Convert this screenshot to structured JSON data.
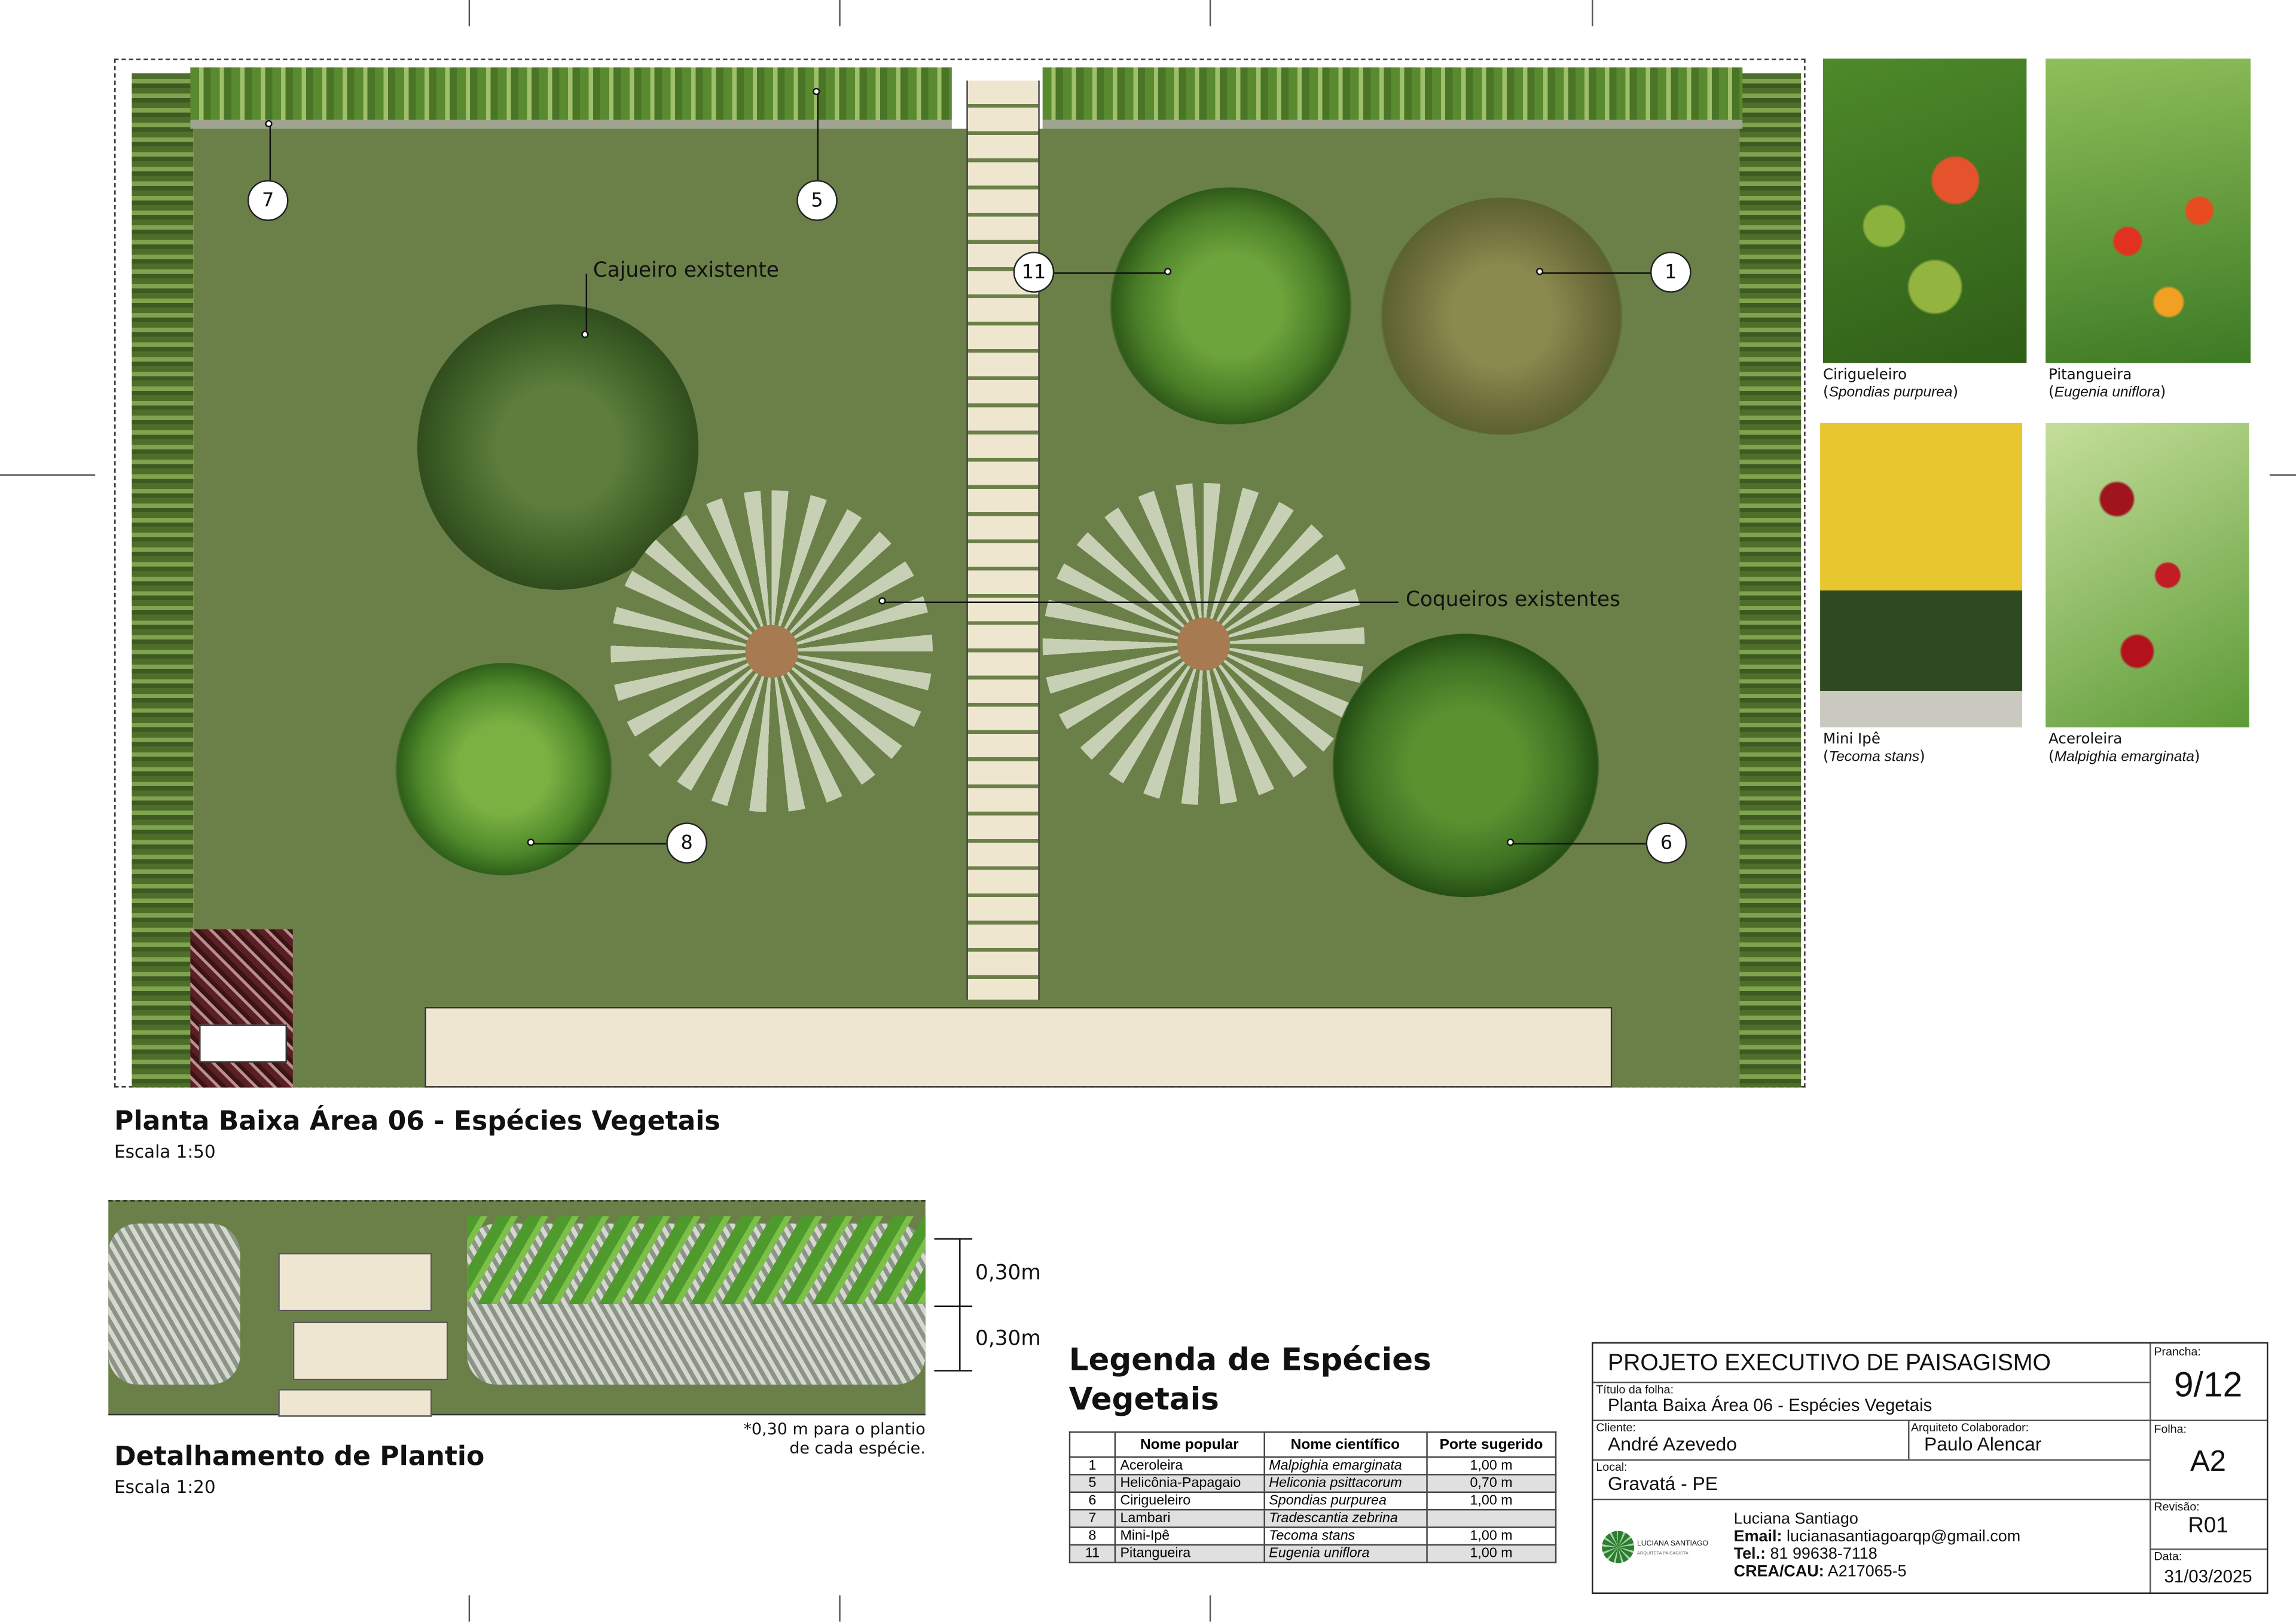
{
  "plan": {
    "title": "Planta Baixa Área 06 - Espécies Vegetais",
    "scale": "Escala 1:50",
    "labels": {
      "cajueiro": "Cajueiro existente",
      "coqueiros": "Coqueiros existentes"
    },
    "callouts": [
      "7",
      "5",
      "11",
      "1",
      "8",
      "6"
    ]
  },
  "detail": {
    "title": "Detalhamento de Plantio",
    "scale": "Escala 1:20",
    "dim1": "0,30m",
    "dim2": "0,30m",
    "note_line1": "*0,30 m para o plantio",
    "note_line2": "de cada espécie."
  },
  "legend": {
    "title_line1": "Legenda de Espécies",
    "title_line2": "Vegetais",
    "headers": [
      "",
      "Nome popular",
      "Nome científico",
      "Porte sugerido"
    ],
    "rows": [
      [
        "1",
        "Aceroleira",
        "Malpighia emarginata",
        "1,00 m"
      ],
      [
        "5",
        "Helicônia-Papagaio",
        "Heliconia psittacorum",
        "0,70 m"
      ],
      [
        "6",
        "Cirigueleiro",
        "Spondias purpurea",
        "1,00 m"
      ],
      [
        "7",
        "Lambari",
        "Tradescantia zebrina",
        ""
      ],
      [
        "8",
        "Mini-Ipê",
        "Tecoma stans",
        "1,00 m"
      ],
      [
        "11",
        "Pitangueira",
        "Eugenia uniflora",
        "1,00 m"
      ]
    ]
  },
  "photos": [
    {
      "name": "Cirigueleiro",
      "sci": "Spondias purpurea"
    },
    {
      "name": "Pitangueira",
      "sci": "Eugenia uniflora"
    },
    {
      "name": "Mini Ipê",
      "sci": "Tecoma stans"
    },
    {
      "name": "Aceroleira",
      "sci": "Malpighia emarginata"
    }
  ],
  "titleblock": {
    "project": "PROJETO EXECUTIVO DE PAISAGISMO",
    "sheet_title_label": "Título da folha:",
    "sheet_title": "Planta Baixa Área 06 - Espécies Vegetais",
    "client_label": "Cliente:",
    "client": "André Azevedo",
    "architect_label": "Arquiteto Colaborador:",
    "architect": "Paulo Alencar",
    "local_label": "Local:",
    "local": "Gravatá - PE",
    "logo_text": "LUCIANA SANTIAGO",
    "logo_sub": "ARQUITETA PAISAGISTA",
    "author": "Luciana Santiago",
    "email_label": "Email:",
    "email": "lucianasantiagoarqp@gmail.com",
    "tel_label": "Tel.:",
    "tel": "81 99638-7118",
    "crea_label": "CREA/CAU:",
    "crea": "A217065-5",
    "prancha_label": "Prancha:",
    "prancha": "9/12",
    "folha_label": "Folha:",
    "folha": "A2",
    "revisao_label": "Revisão:",
    "revisao": "R01",
    "data_label": "Data:",
    "data": "31/03/2025"
  }
}
